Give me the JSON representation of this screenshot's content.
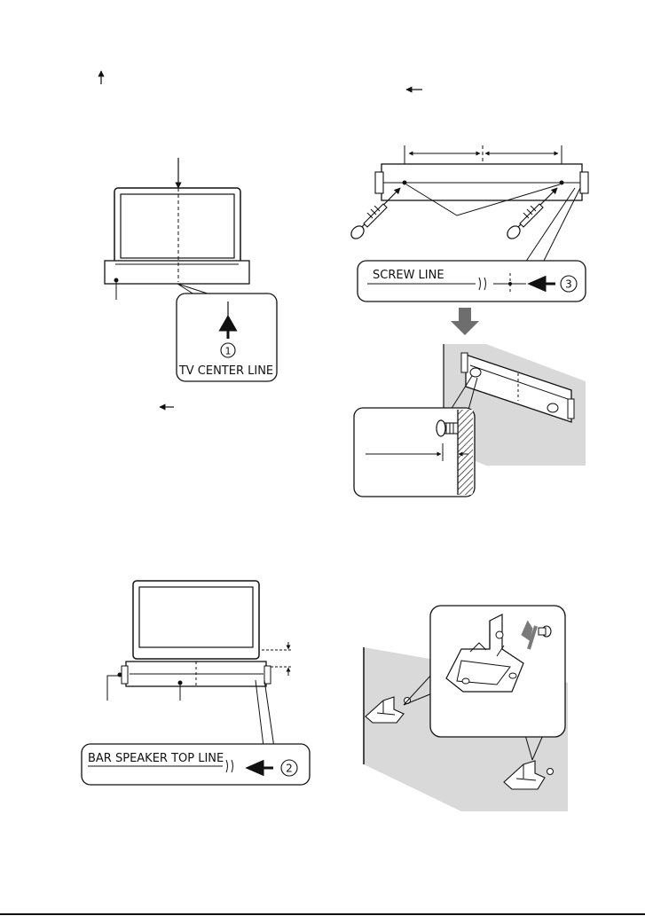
{
  "labels": {
    "tv_center_line": "TV CENTER LINE",
    "screw_line": "SCREW LINE",
    "bar_speaker_top_line": "BAR SPEAKER TOP LINE"
  },
  "callouts": {
    "one": "1",
    "two": "2",
    "three": "3"
  },
  "colors": {
    "line": "#111111",
    "wall_shade": "#d9d9d9",
    "wall_hatch": "#333333"
  }
}
